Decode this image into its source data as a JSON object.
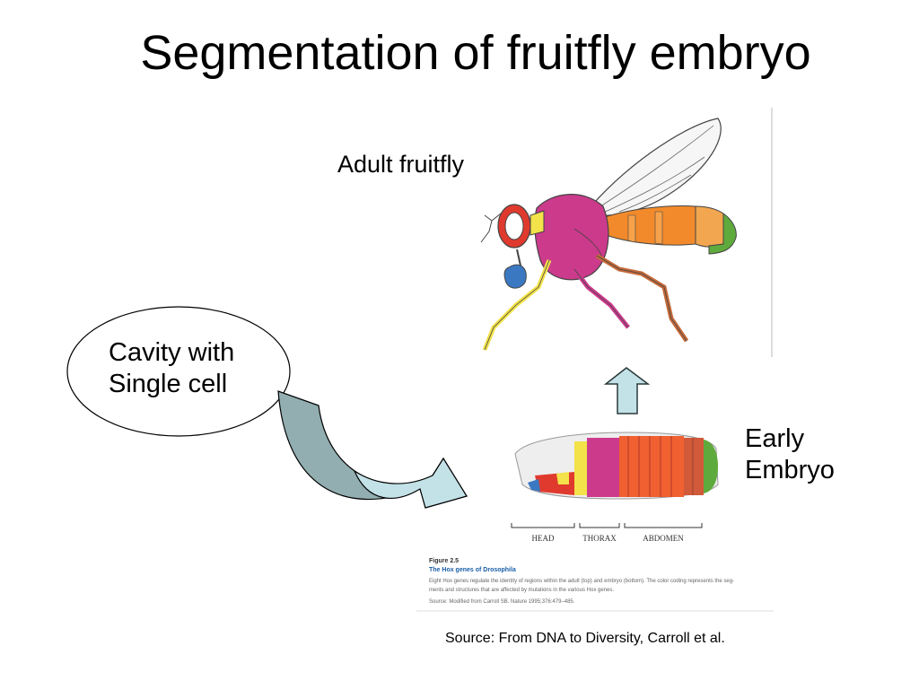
{
  "slide": {
    "title": "Segmentation of fruitfly embryo",
    "adult_label": "Adult fruitfly",
    "early_label_line1": "Early",
    "early_label_line2": "Embryo",
    "cavity_line1": "Cavity with",
    "cavity_line2": "Single cell",
    "source": "Source: From DNA to Diversity, Carroll et al."
  },
  "figure": {
    "region_labels": [
      "HEAD",
      "THORAX",
      "ABDOMEN"
    ],
    "caption_number": "Figure 2.5",
    "caption_title": "The Hox genes of Drosophila",
    "caption_line1": "Eight Hox genes regulate the identity of regions within the adult (top) and embryo (bottom). The color coding represents the seg-",
    "caption_line2": "ments and structures that are affected by mutations in the various Hox genes.",
    "caption_source": "Source: Modified from Carroll SB. Nature 1995;376:479–485."
  },
  "colors": {
    "arrow_fill": "#92aeb0",
    "arrow_head_fill": "#c3e2e8",
    "up_arrow_fill": "#c3e2e8",
    "caption_blue": "#1a5ea8",
    "hox_red": "#e03a2e",
    "hox_orange": "#f28a2b",
    "hox_magenta": "#cc3a8c",
    "hox_yellow": "#f3e24a",
    "hox_green": "#5faa3c",
    "hox_blue": "#3b78c2"
  }
}
